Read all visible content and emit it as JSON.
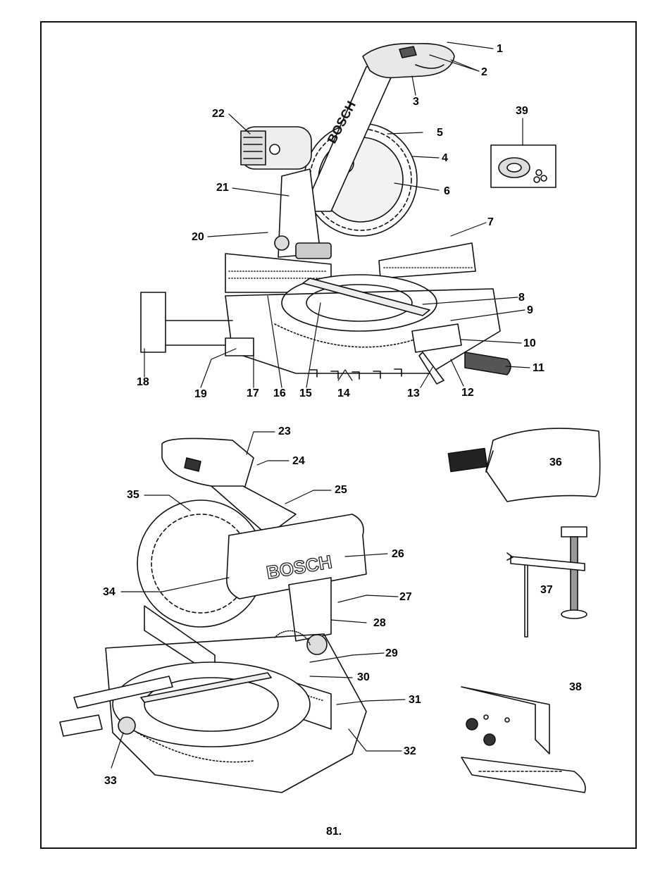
{
  "page_number": "81.",
  "brand": "BOSCH",
  "colors": {
    "ink": "#111111",
    "paper": "#ffffff",
    "shade": "#d9d9d9",
    "dark": "#333333"
  },
  "top_view_callouts": [
    "1",
    "2",
    "3",
    "4",
    "5",
    "6",
    "7",
    "8",
    "9",
    "10",
    "11",
    "12",
    "13",
    "14",
    "15",
    "16",
    "17",
    "18",
    "19",
    "20",
    "21",
    "22",
    "39"
  ],
  "bottom_view_callouts": [
    "23",
    "24",
    "25",
    "26",
    "27",
    "28",
    "29",
    "30",
    "31",
    "32",
    "33",
    "34",
    "35",
    "36",
    "37",
    "38"
  ],
  "callouts": {
    "c1": "1",
    "c2": "2",
    "c3": "3",
    "c4": "4",
    "c5": "5",
    "c6": "6",
    "c7": "7",
    "c8": "8",
    "c9": "9",
    "c10": "10",
    "c11": "11",
    "c12": "12",
    "c13": "13",
    "c14": "14",
    "c15": "15",
    "c16": "16",
    "c17": "17",
    "c18": "18",
    "c19": "19",
    "c20": "20",
    "c21": "21",
    "c22": "22",
    "c23": "23",
    "c24": "24",
    "c25": "25",
    "c26": "26",
    "c27": "27",
    "c28": "28",
    "c29": "29",
    "c30": "30",
    "c31": "31",
    "c32": "32",
    "c33": "33",
    "c34": "34",
    "c35": "35",
    "c36": "36",
    "c37": "37",
    "c38": "38",
    "c39": "39"
  }
}
